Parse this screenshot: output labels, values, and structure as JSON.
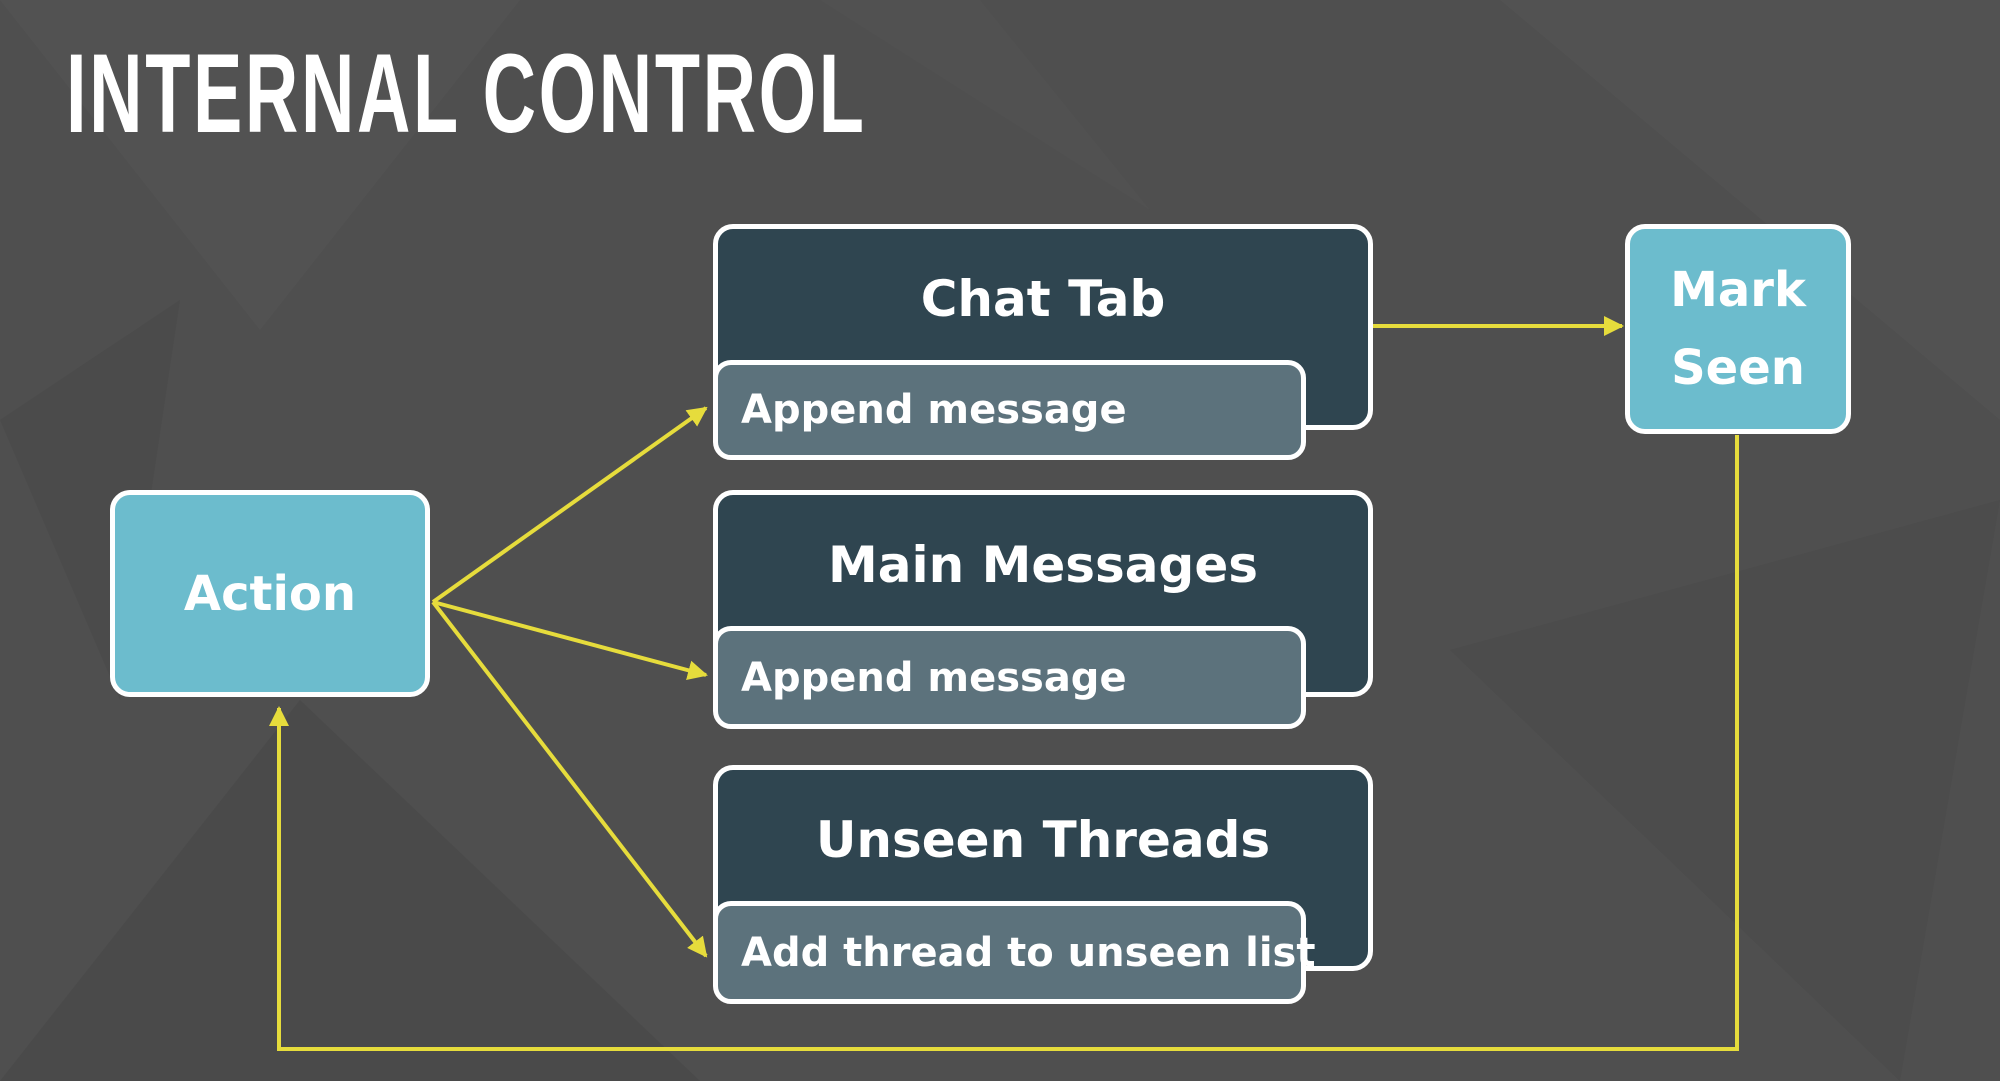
{
  "slide": {
    "title": "INTERNAL CONTROL"
  },
  "nodes": {
    "action": "Action",
    "chat_tab": {
      "title": "Chat Tab",
      "sub": "Append message"
    },
    "main_messages": {
      "title": "Main Messages",
      "sub": "Append message"
    },
    "unseen_threads": {
      "title": "Unseen Threads",
      "sub": "Add thread to unseen list"
    },
    "mark_seen": "Mark Seen"
  },
  "colors": {
    "background": "#4f4f4f",
    "teal_node": "#6cbccd",
    "dark_node": "#2f4550",
    "sub_box": "#5c727c",
    "arrow": "#e6dc3c",
    "border": "#ffffff"
  }
}
